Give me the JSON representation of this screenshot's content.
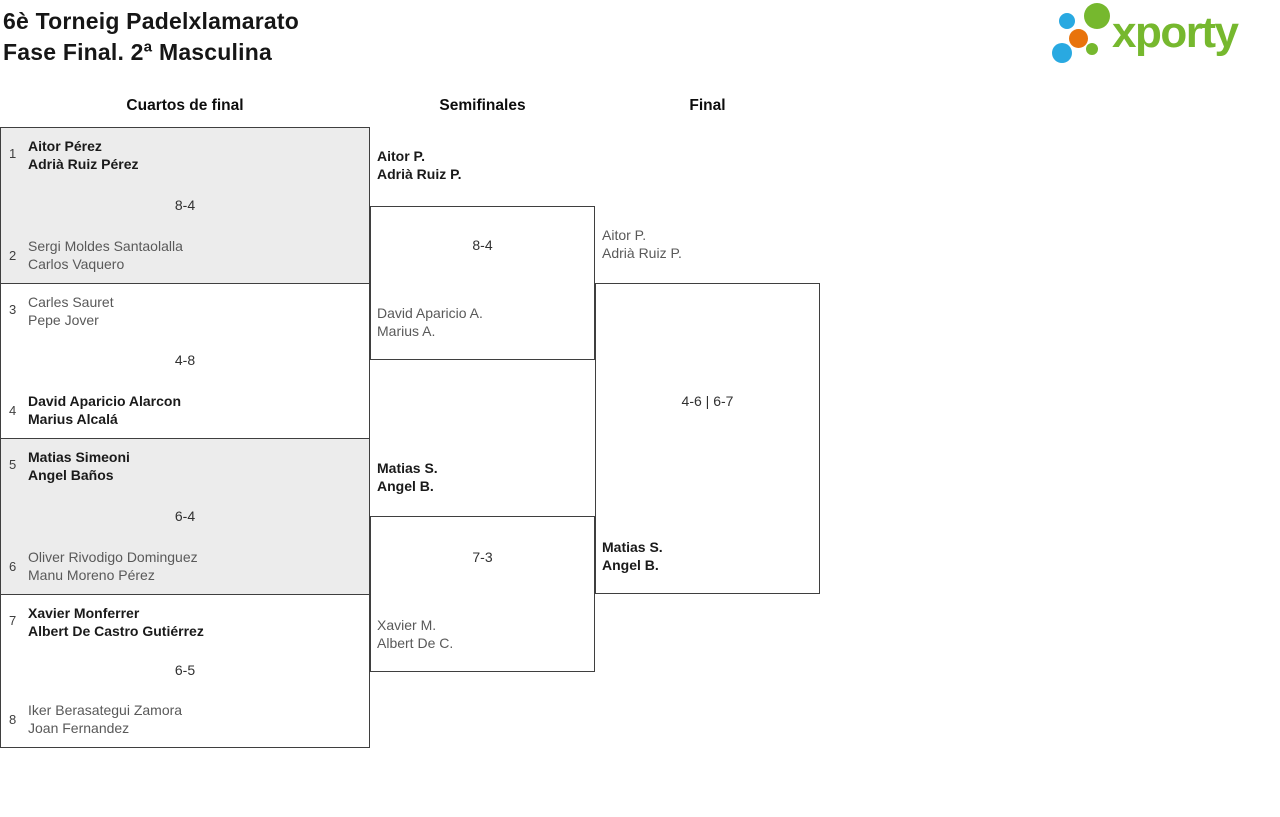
{
  "header": {
    "title_line1": "6è Torneig Padelxlamarato",
    "title_line2": "Fase Final. 2ª Masculina"
  },
  "logo": {
    "text": "xporty",
    "colors": {
      "green": "#76b82e",
      "blue": "#29a9e1",
      "orange": "#e8730c"
    }
  },
  "round_headers": {
    "quarterfinals": "Cuartos de final",
    "semifinals": "Semifinales",
    "final": "Final"
  },
  "colors": {
    "match_shade": "#ececec",
    "border": "#3f3f3f"
  },
  "bracket": {
    "quarterfinals": [
      {
        "seed_top": "1",
        "top1": "Aitor Pérez",
        "top2": "Adrià Ruiz Pérez",
        "top_winner": true,
        "score": "8-4",
        "seed_bottom": "2",
        "bottom1": "Sergi Moldes Santaolalla",
        "bottom2": "Carlos Vaquero",
        "bottom_winner": false
      },
      {
        "seed_top": "3",
        "top1": "Carles Sauret",
        "top2": "Pepe Jover",
        "top_winner": false,
        "score": "4-8",
        "seed_bottom": "4",
        "bottom1": "David Aparicio Alarcon",
        "bottom2": "Marius Alcalá",
        "bottom_winner": true
      },
      {
        "seed_top": "5",
        "top1": "Matias Simeoni",
        "top2": "Angel Baños",
        "top_winner": true,
        "score": "6-4",
        "seed_bottom": "6",
        "bottom1": "Oliver Rivodigo Dominguez",
        "bottom2": "Manu Moreno Pérez",
        "bottom_winner": false
      },
      {
        "seed_top": "7",
        "top1": "Xavier Monferrer",
        "top2": "Albert De Castro Gutiérrez",
        "top_winner": true,
        "score": "6-5",
        "seed_bottom": "8",
        "bottom1": "Iker Berasategui Zamora",
        "bottom2": "Joan Fernandez",
        "bottom_winner": false
      }
    ],
    "semifinals": [
      {
        "top1": "Aitor P.",
        "top2": "Adrià Ruiz P.",
        "top_winner": true,
        "score": "8-4",
        "bottom1": "David Aparicio A.",
        "bottom2": "Marius A.",
        "bottom_winner": false
      },
      {
        "top1": "Matias S.",
        "top2": "Angel B.",
        "top_winner": true,
        "score": "7-3",
        "bottom1": "Xavier M.",
        "bottom2": "Albert De C.",
        "bottom_winner": false
      }
    ],
    "final": {
      "top1": "Aitor P.",
      "top2": "Adrià Ruiz P.",
      "top_winner": false,
      "score": "4-6 | 6-7",
      "bottom1": "Matias S.",
      "bottom2": "Angel B.",
      "bottom_winner": true
    }
  }
}
